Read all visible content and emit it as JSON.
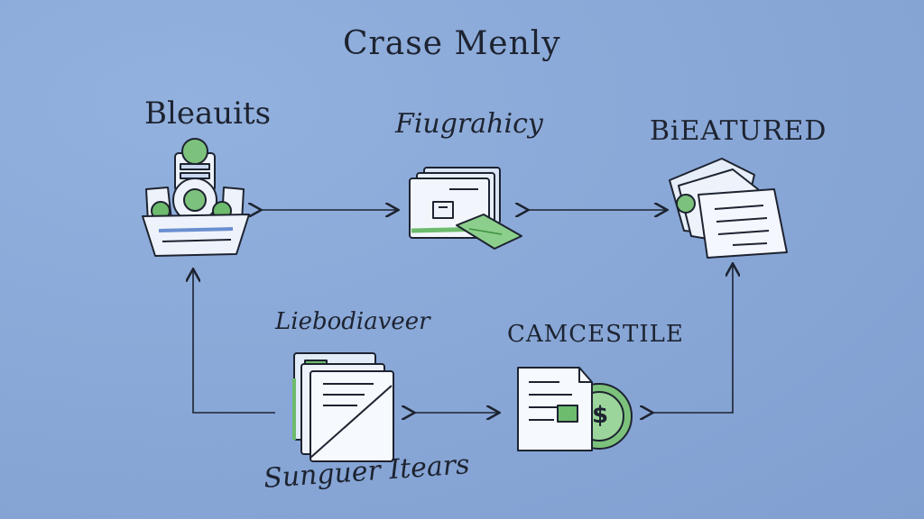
{
  "title": "Crase Menly",
  "nodes": {
    "benefits": "Bleauits",
    "figure": "Fiugrahicy",
    "featured": "BiEATURED",
    "left_mid": "Liebodiaveer",
    "center_mid": "CAMCESTILE",
    "bottom": "Sunguer Itears"
  },
  "icons": {
    "currency_symbol": "$"
  },
  "colors": {
    "background": "#8aa8d8",
    "ink": "#1d2330",
    "accent_green": "#6dbb6d",
    "paper": "#eef3fb"
  }
}
